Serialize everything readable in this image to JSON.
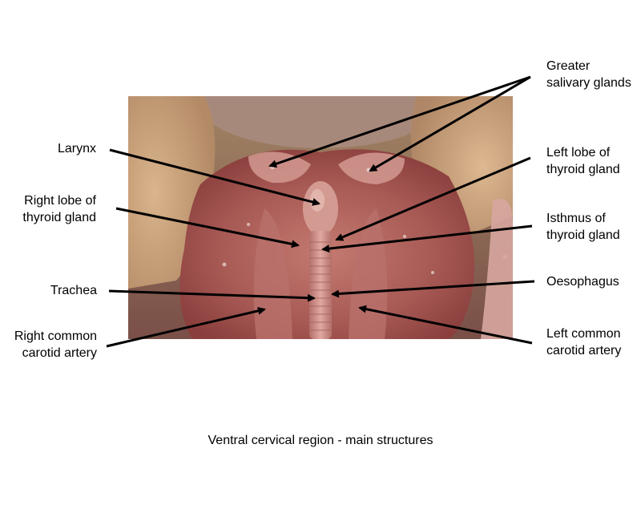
{
  "labels": {
    "greater_salivary": [
      "Greater",
      "salivary glands"
    ],
    "larynx": [
      "Larynx"
    ],
    "left_lobe_thyroid": [
      "Left lobe of",
      "thyroid gland"
    ],
    "right_lobe_thyroid": [
      "Right lobe of",
      "thyroid gland"
    ],
    "isthmus_thyroid": [
      "Isthmus of",
      "thyroid gland"
    ],
    "trachea": [
      "Trachea"
    ],
    "oesophagus": [
      "Oesophagus"
    ],
    "right_common_carotid": [
      "Right common",
      "carotid artery"
    ],
    "left_common_carotid": [
      "Left common",
      "carotid artery"
    ]
  },
  "caption": "Ventral cervical region - main structures",
  "colors": {
    "background": "#ffffff",
    "arrow": "#000000",
    "tissue": "#b86a62",
    "skin": "#c9a27a",
    "backdrop": "#9a7a5a"
  }
}
